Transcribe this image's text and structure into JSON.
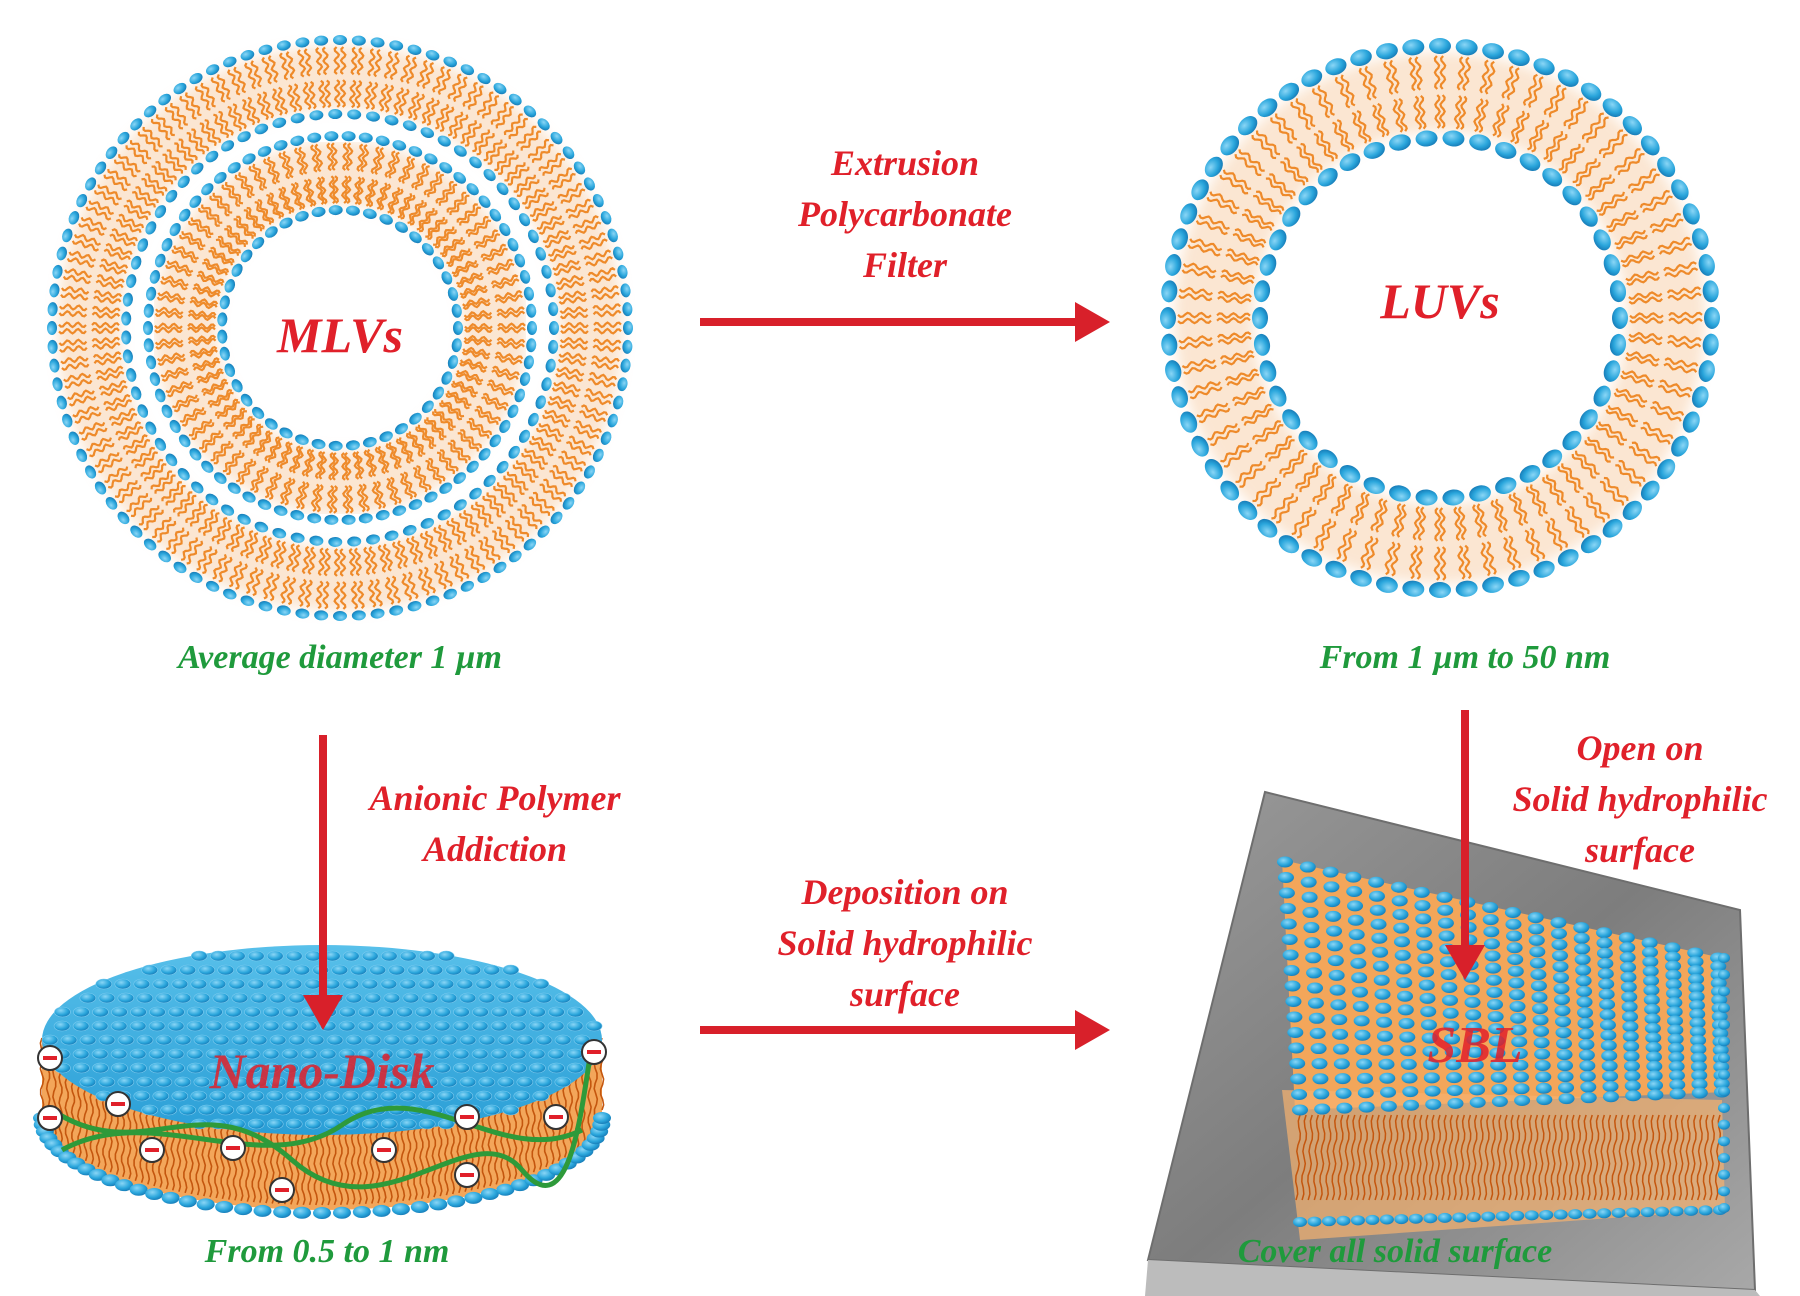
{
  "colors": {
    "head": "#2aa6dc",
    "head_dark": "#1578b4",
    "tail": "#ee8a2a",
    "tail_dark": "#c4560e",
    "arrow": "#d8202a",
    "label_red": "#e0202a",
    "label_green": "#1f9a3c",
    "polymer": "#2e9a3a",
    "substrate": "#8c8c8c"
  },
  "mlv": {
    "name": "MLVs",
    "caption": "Average diameter 1 µm"
  },
  "luv": {
    "name": "LUVs",
    "caption": "From 1 µm to 50 nm"
  },
  "nanodisk": {
    "name": "Nano-Disk",
    "caption": "From 0.5 to 1 nm",
    "charge_symbol": "−"
  },
  "sbl": {
    "name": "SBL",
    "caption": "Cover all solid surface"
  },
  "steps": {
    "extrusion": [
      "Extrusion",
      "Polycarbonate",
      "Filter"
    ],
    "anionic": [
      "Anionic Polymer",
      "Addiction"
    ],
    "deposition": [
      "Deposition on",
      "Solid hydrophilic",
      "surface"
    ],
    "open": [
      "Open on",
      "Solid hydrophilic",
      "surface"
    ]
  }
}
